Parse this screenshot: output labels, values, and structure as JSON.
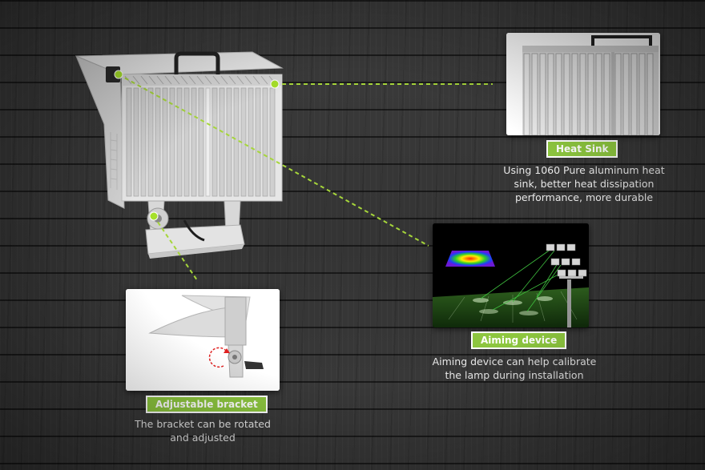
{
  "features": {
    "heat_sink": {
      "label": "Heat Sink",
      "description_lines": [
        "Using 1060 Pure aluminum heat",
        "sink, better heat dissipation",
        "performance, more durable"
      ]
    },
    "aiming_device": {
      "label": "Aiming device",
      "description_lines": [
        "Aiming device can help calibrate",
        "the lamp during installation"
      ]
    },
    "adjustable_bracket": {
      "label": "Adjustable bracket",
      "description_lines": [
        "The bracket can be rotated",
        "and adjusted"
      ]
    }
  },
  "colors": {
    "accent": "#8dc63f",
    "text": "#e8e8e8",
    "background": "#3a3a3a"
  }
}
